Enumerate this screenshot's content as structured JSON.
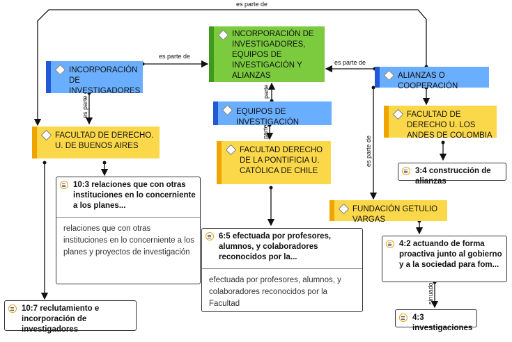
{
  "codes": {
    "incorporacion_investigadores_equipos": "INCORPORACIÓN DE INVESTIGADORES, EQUIPOS DE INVESTIGACIÓN Y ALIANZAS",
    "incorporacion_investigadores": "INCORPORACIÓN DE INVESTIGADORES",
    "equipos_investigacion": "EQUIPOS DE INVESTIGACIÓN",
    "alianzas": "ALIANZAS O COOPERACIÓN",
    "fac_buenos_aires": "FACULTAD DE DERECHO. U. DE BUENOS AIRES",
    "fac_catolica_chile": "FACULTAD DERECHO DE LA PONTIFICIA U. CATÓLICA DE CHILE",
    "fac_andes": "FACULTAD DE DERECHO U. LOS ANDES DE COLOMBIA",
    "fundacion_getulio": "FUNDACIÓN GETULIO VARGAS"
  },
  "quotes": {
    "q10_3_title": "10:3 relaciones que con otras instituciones en lo concerniente a los planes...",
    "q10_3_body": "relaciones que con otras instituciones en lo concerniente a los planes y proyectos de investigación",
    "q6_5_title": "6:5 efectuada por profesores, alumnos, y colaboradores reconocidos por la...",
    "q6_5_body": "efectuada por profesores, alumnos, y colaboradores reconocidos por la Facultad",
    "q3_4": "3:4 construcción de alianzas",
    "q4_2": "4:2 actuando de forma proactiva junto al gobierno y a la sociedad para fom...",
    "q10_7": "10:7 reclutamiento e incorporación de investigadores",
    "q4_3": "4:3 investigaciones"
  },
  "links": {
    "es_parte_de": "es parte de",
    "parte_fragment": "parte",
    "es_parte_fragment": "es parte de",
    "sinuado_fragment": "sinuado"
  },
  "colors": {
    "green": "#7ccb3f",
    "blue": "#6aaeff",
    "yellow": "#fbd84a",
    "quote_icon": "#e7a21a"
  }
}
